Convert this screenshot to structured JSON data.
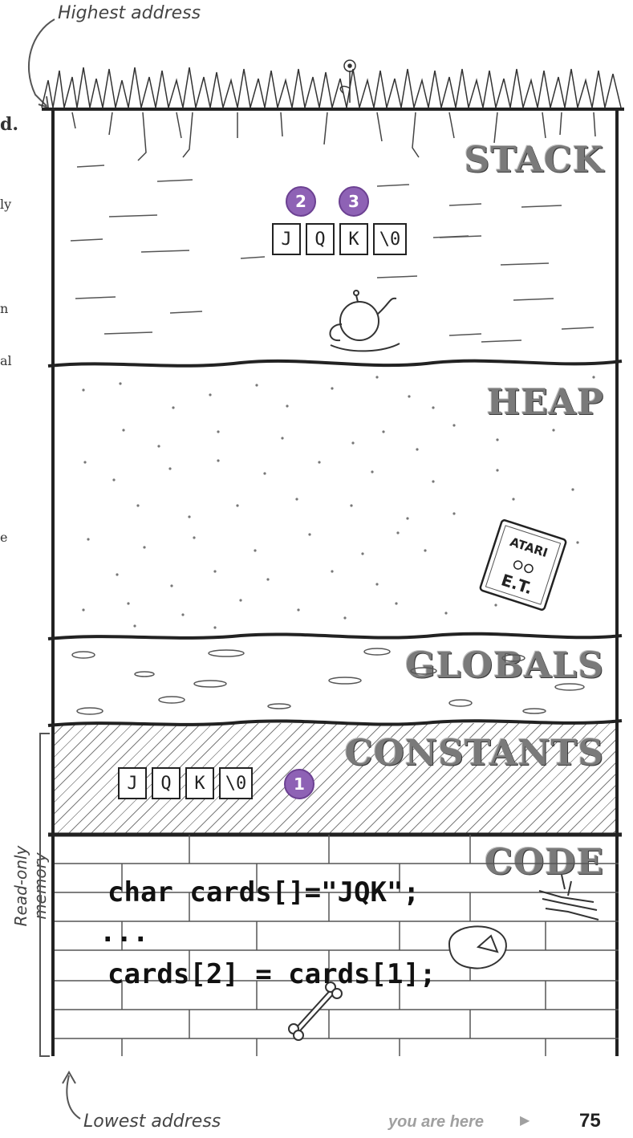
{
  "labels": {
    "highest": "Highest address",
    "lowest": "Lowest address",
    "readonly": "Read-only memory"
  },
  "edge_fragments": [
    "d.",
    "ly",
    "n",
    "al",
    "e"
  ],
  "sections": {
    "stack": "STACK",
    "heap": "HEAP",
    "globals": "GLOBALS",
    "constants": "CONSTANTS",
    "code": "CODE"
  },
  "stack_cells": [
    "J",
    "Q",
    "K",
    "\\0"
  ],
  "constants_cells": [
    "J",
    "Q",
    "K",
    "\\0"
  ],
  "badges": {
    "one": "1",
    "two": "2",
    "three": "3"
  },
  "code": {
    "line1": "char cards[]=\"JQK\";",
    "line2": "...",
    "line3": "cards[2] = cards[1];"
  },
  "heap_book": {
    "brand": "ATARI",
    "title": "E.T."
  },
  "footer": {
    "here": "you are here",
    "page": "75"
  }
}
